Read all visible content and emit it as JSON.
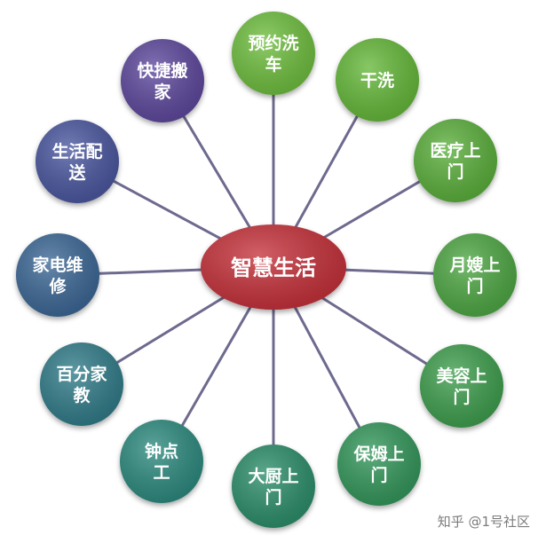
{
  "center": {
    "label": "智慧生活",
    "color": "#c6303a"
  },
  "nodes": [
    {
      "id": "car-wash",
      "lines": [
        "预约洗",
        "车"
      ],
      "color": "#6fbf40"
    },
    {
      "id": "dry-clean",
      "lines": [
        "干洗"
      ],
      "color": "#66b93a"
    },
    {
      "id": "medical",
      "lines": [
        "医疗上",
        "门"
      ],
      "color": "#5cb03c"
    },
    {
      "id": "maternity",
      "lines": [
        "月嫂上",
        "门"
      ],
      "color": "#4fa844"
    },
    {
      "id": "beauty",
      "lines": [
        "美容上",
        "门"
      ],
      "color": "#3f9f4f"
    },
    {
      "id": "nanny",
      "lines": [
        "保姆上",
        "门"
      ],
      "color": "#34985c"
    },
    {
      "id": "chef",
      "lines": [
        "大厨上",
        "门"
      ],
      "color": "#2e8f6c"
    },
    {
      "id": "hourly",
      "lines": [
        "钟点",
        "工"
      ],
      "color": "#2f8b80"
    },
    {
      "id": "tutoring",
      "lines": [
        "百分家",
        "教"
      ],
      "color": "#327d8a"
    },
    {
      "id": "appliance",
      "lines": [
        "家电维",
        "修"
      ],
      "color": "#3d6896"
    },
    {
      "id": "delivery",
      "lines": [
        "生活配",
        "送"
      ],
      "color": "#4c58a0"
    },
    {
      "id": "moving",
      "lines": [
        "快捷搬",
        "家"
      ],
      "color": "#5f4a9e"
    }
  ],
  "watermark": "知乎 @1号社区"
}
